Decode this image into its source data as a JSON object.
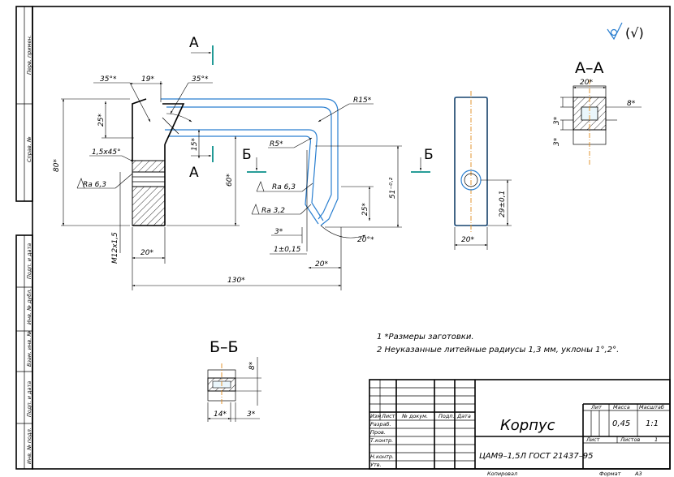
{
  "side_frame": {
    "cells": [
      "Перв. примен.",
      "Справ. №",
      "Подп. и дата",
      "Инв. № дубл.",
      "Взам. инв. №",
      "Подп. и дата",
      "Инв. № подл."
    ]
  },
  "roughness_symbol": "(√)",
  "dimensions": {
    "d_35_left": "35°*",
    "d_19": "19*",
    "d_35_right": "35°*",
    "d_25_left": "25*",
    "d_80": "80*",
    "d_15x45": "1,5x45°",
    "d_15": "15*",
    "d_60": "60*",
    "ra63_left": "Ra 6,3",
    "ra63_right": "Ra 6,3",
    "ra32": "Ra 3,2",
    "thread": "M12x1,5",
    "d_20_bottom_left": "20*",
    "d_130": "130*",
    "r15": "R15*",
    "r5": "R5*",
    "d_3": "3*",
    "d_1_015": "1±0,15",
    "d_20_bottom_right": "20*",
    "d_20_angle": "20°*",
    "d_25_right": "25*",
    "d_51": "51⁻⁰·²",
    "d_29": "29±0,1",
    "d_20_side": "20*",
    "aa_20": "20*",
    "aa_8": "8*",
    "aa_3a": "3*",
    "aa_3b": "3*",
    "bb_8": "8*",
    "bb_14": "14*",
    "bb_3": "3*"
  },
  "section_labels": {
    "a_top": "А",
    "a_bottom": "А",
    "b_left": "Б",
    "b_right": "Б",
    "view_aa": "А–А",
    "view_bb": "Б–Б"
  },
  "notes": [
    "1  *Размеры заготовки.",
    "2  Неуказанные литейные радиусы 1,3 мм, уклоны 1°,2°."
  ],
  "title_block": {
    "part_name": "Корпус",
    "material": "ЦАМ9–1,5Л ГОСТ 21437–95",
    "mass_header": "Масса",
    "lit_header": "Лит",
    "scale_header": "Масштаб",
    "mass": "0,45",
    "scale": "1:1",
    "sheet_label": "Лист",
    "sheets_label": "Листов",
    "sheets": "1",
    "rows": [
      "Изм",
      "Лист",
      "№ докум.",
      "Подп.",
      "Дата"
    ],
    "roles": [
      "Разраб.",
      "Пров.",
      "Т.контр.",
      "Н.контр.",
      "Утв."
    ],
    "copied": "Копировал",
    "format": "Формат",
    "format_value": "A3"
  }
}
